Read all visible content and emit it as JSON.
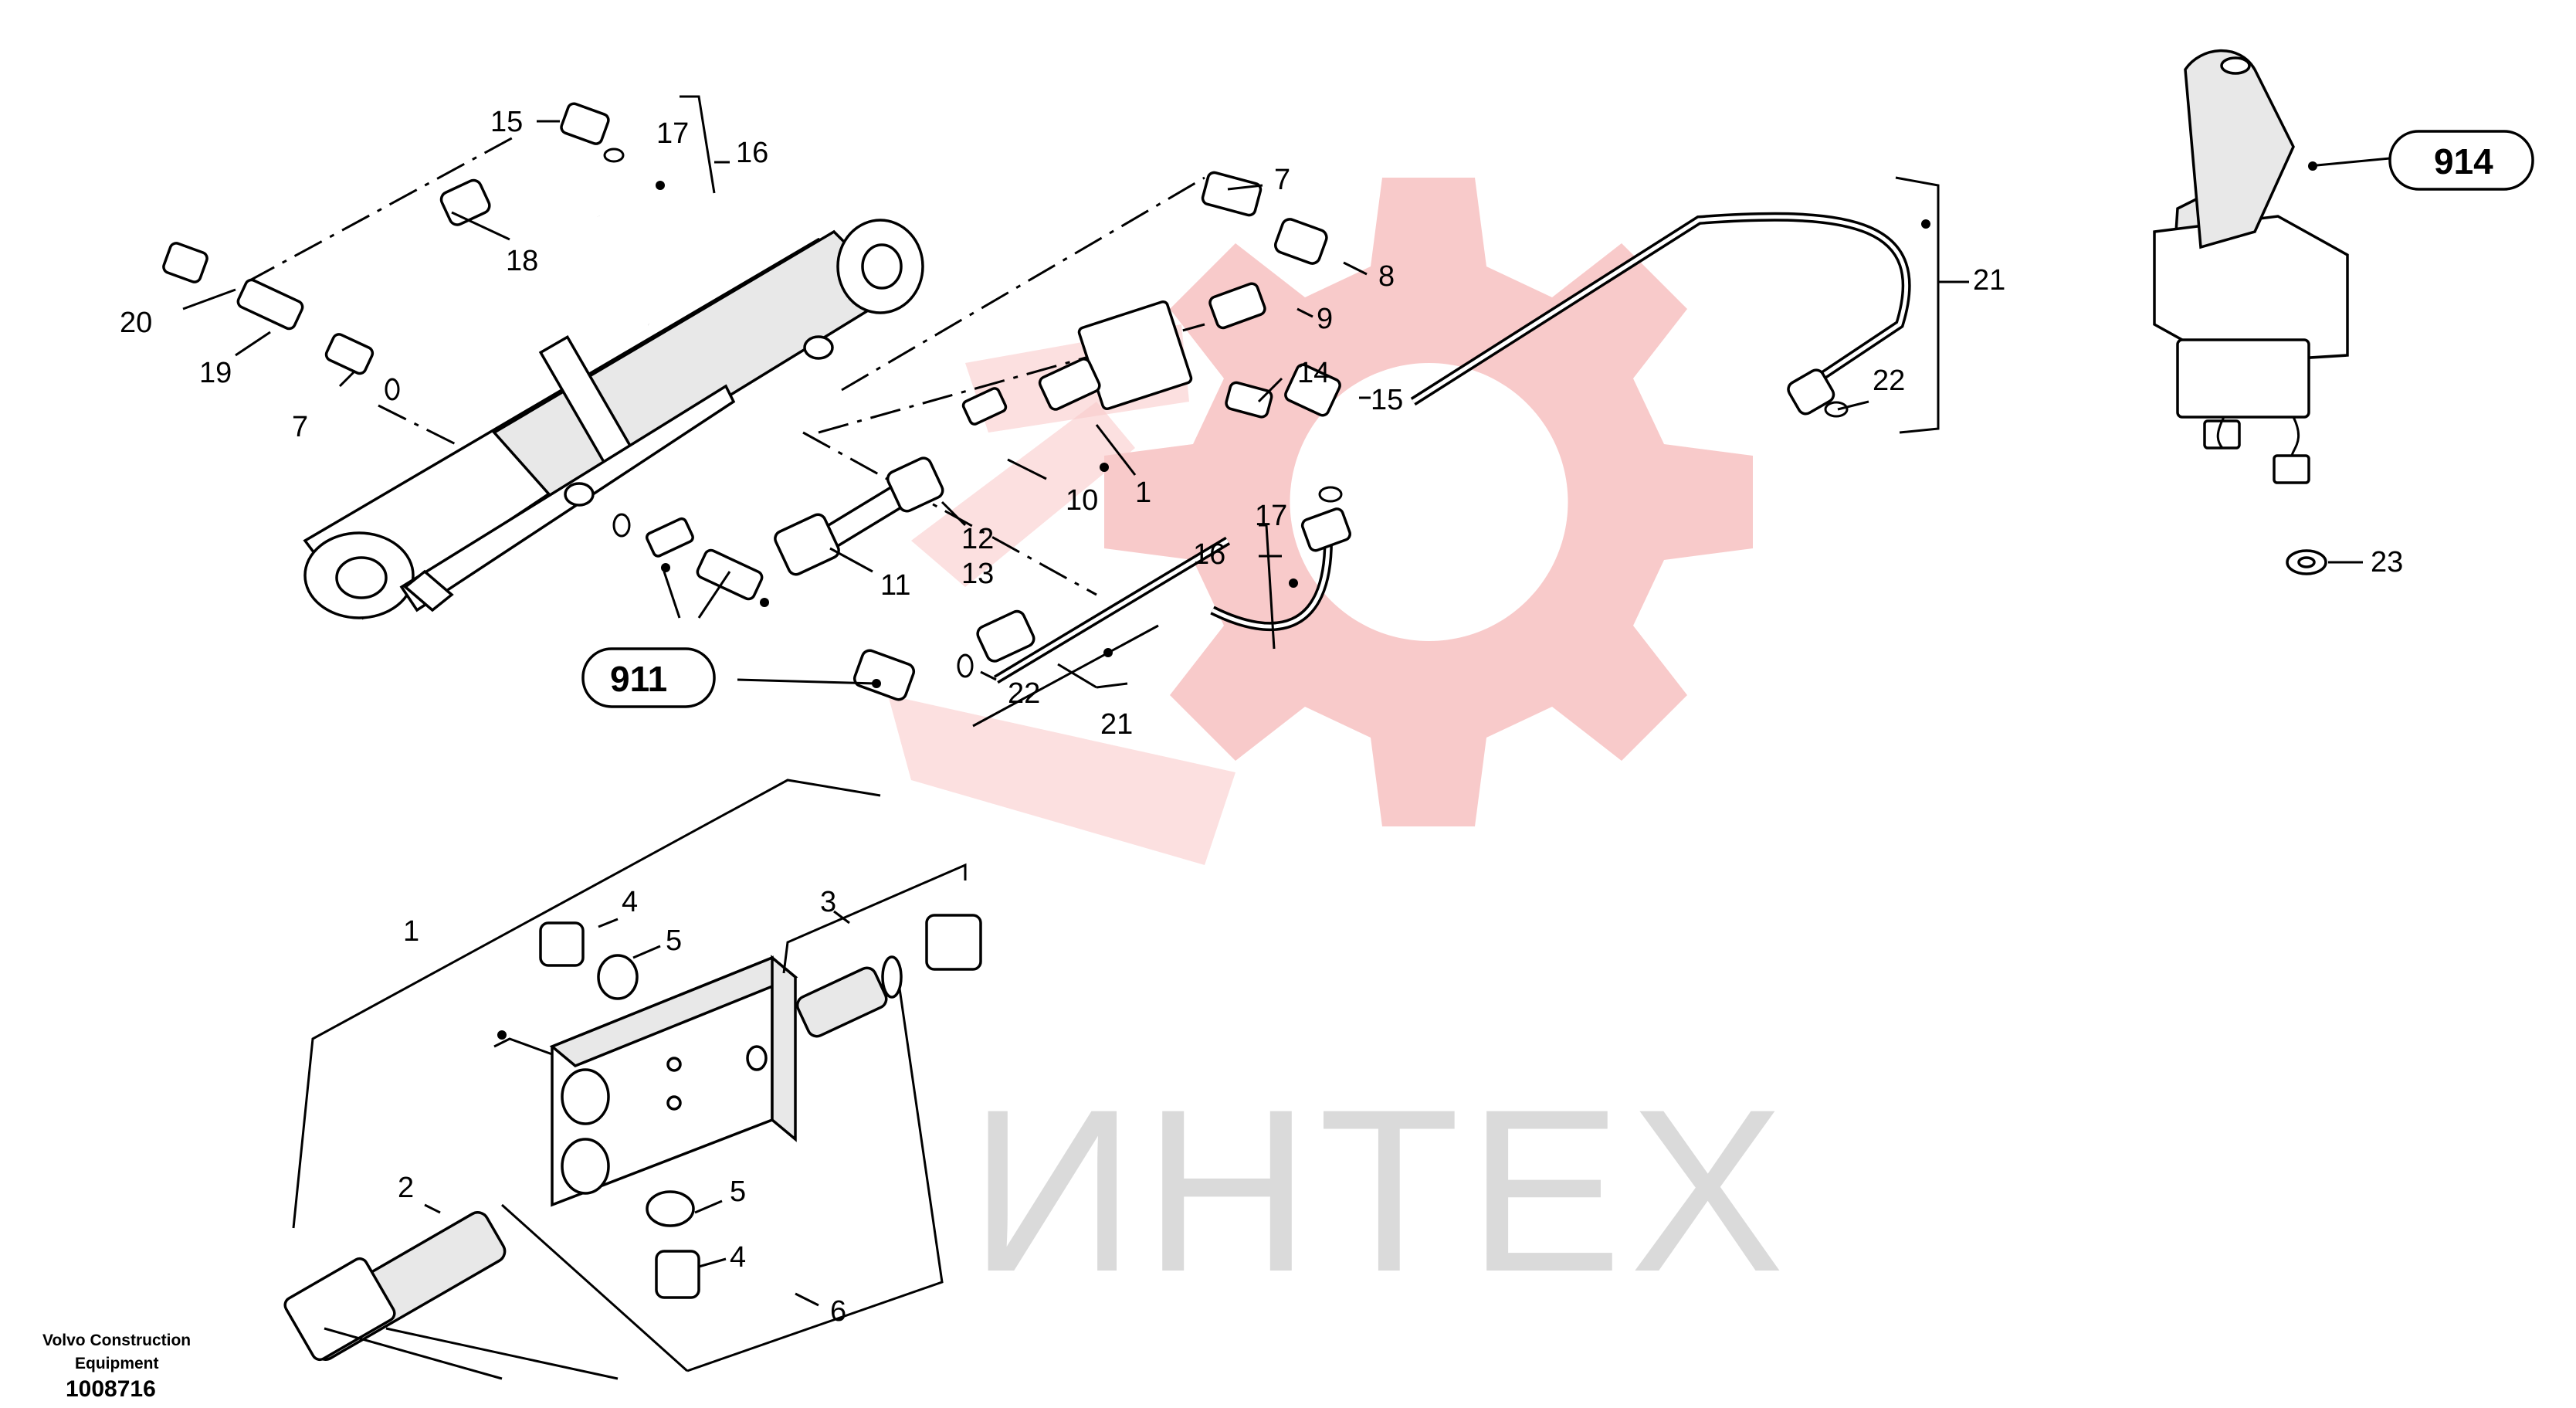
{
  "watermark": {
    "text": "ИНТЕХ",
    "color": "#f2a5a5"
  },
  "callouts": {
    "c15a": "15",
    "c17a": "17",
    "c16a": "16",
    "c18": "18",
    "c20": "20",
    "c19": "19",
    "c7a": "7",
    "c7b": "7",
    "c8": "8",
    "c9": "9",
    "c14": "14",
    "c15b": "15",
    "c10": "10",
    "c1a": "1",
    "c12": "12",
    "c13": "13",
    "c11": "11",
    "c17b": "17",
    "c16b": "16",
    "c22a": "22",
    "c21a": "21",
    "c21b": "21",
    "c22b": "22",
    "c23": "23",
    "c1b": "1",
    "c4a": "4",
    "c5a": "5",
    "c3": "3",
    "c2": "2",
    "c5b": "5",
    "c4b": "4",
    "c6": "6"
  },
  "groups": {
    "g911": "911",
    "g914": "914"
  },
  "footer": {
    "line1": "Volvo Construction",
    "line2": "Equipment",
    "number": "1008716"
  }
}
